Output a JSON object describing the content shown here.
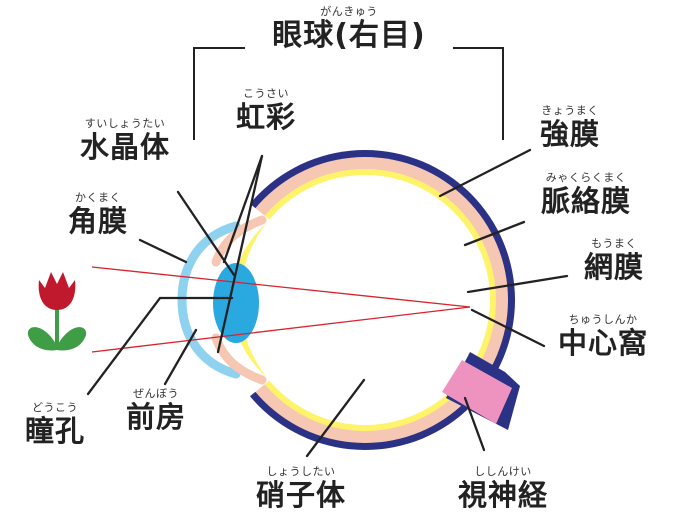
{
  "title": {
    "ruby": "がんきゅう",
    "text": "眼球(右目)"
  },
  "labels": {
    "crystalline_lens": {
      "ruby": "すいしょうたい",
      "text": "水晶体"
    },
    "iris": {
      "ruby": "こうさい",
      "text": "虹彩"
    },
    "cornea": {
      "ruby": "かくまく",
      "text": "角膜"
    },
    "pupil": {
      "ruby": "どうこう",
      "text": "瞳孔"
    },
    "anterior_chamber": {
      "ruby": "ぜんぼう",
      "text": "前房"
    },
    "vitreous_body": {
      "ruby": "しょうしたい",
      "text": "硝子体"
    },
    "optic_nerve": {
      "ruby": "ししんけい",
      "text": "視神経"
    },
    "sclera": {
      "ruby": "きょうまく",
      "text": "強膜"
    },
    "choroid": {
      "ruby": "みゃくらくまく",
      "text": "脈絡膜"
    },
    "retina": {
      "ruby": "もうまく",
      "text": "網膜"
    },
    "fovea": {
      "ruby": "ちゅうしんか",
      "text": "中心窩"
    }
  },
  "colors": {
    "sclera": "#2b3185",
    "choroid": "#f6c7b3",
    "retina": "#fff36a",
    "lens": "#2aa8e0",
    "cornea": "#8fd2f0",
    "optic_nerve": "#ee93c0",
    "light_ray": "#d9232e",
    "tulip_petal": "#c0182d",
    "tulip_leaf": "#3f9d45"
  }
}
